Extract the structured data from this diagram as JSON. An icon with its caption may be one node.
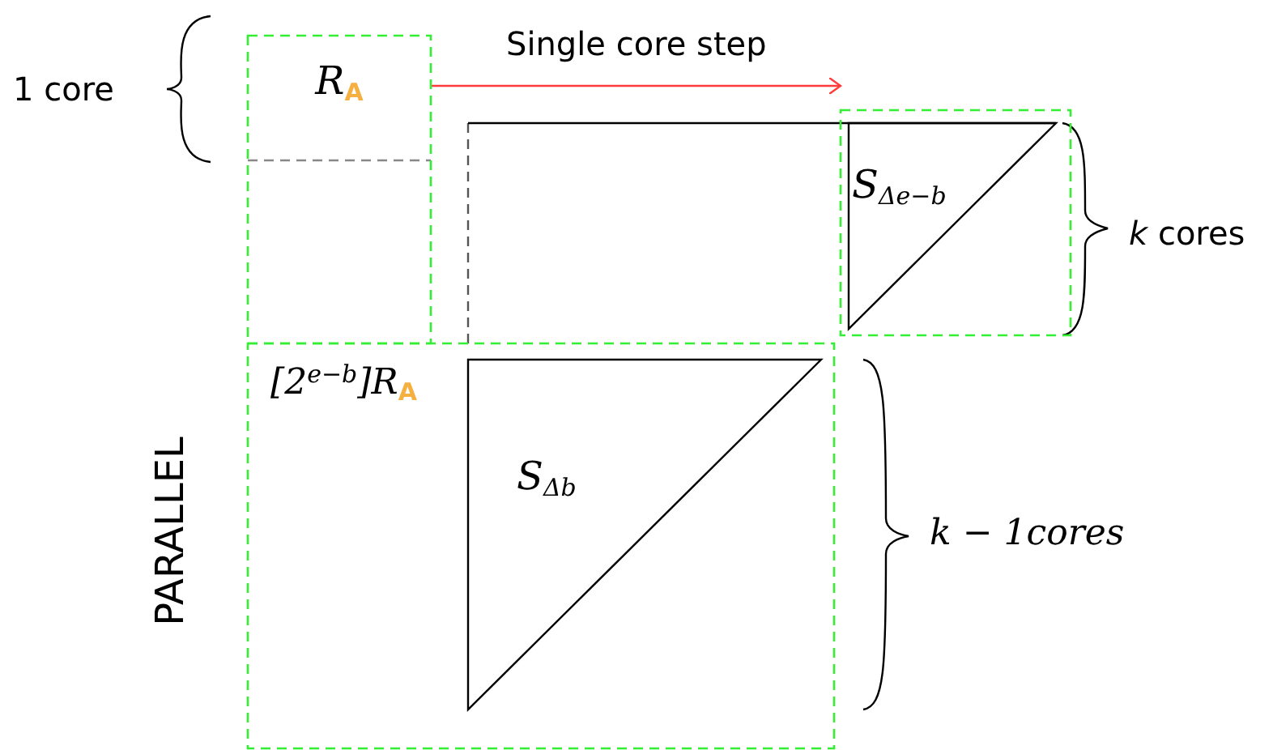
{
  "diagram": {
    "nodes": [
      {
        "text": [
          "R$_{A}$"
        ]
      },
      {
        "text": [],
        "shape": "box"
      },
      {
        "text": [
          "S$_{Δe−b}$"
        ],
        "in": 1
      },
      {
        "text": [
          "[2$^{e−b}$]R$_{A}$"
        ]
      },
      {
        "text": [
          "S$_{Δb}$"
        ],
        "in": 3
      }
    ],
    "edges": [
      {
        "from": 0,
        "to": 1,
        "arrow": "to",
        "label": "Single core step",
        "color": "#ff3b3b"
      }
    ],
    "labels": [
      "1 core",
      "*k* cores",
      "k − 1cores",
      "PARALLEL"
    ]
  }
}
